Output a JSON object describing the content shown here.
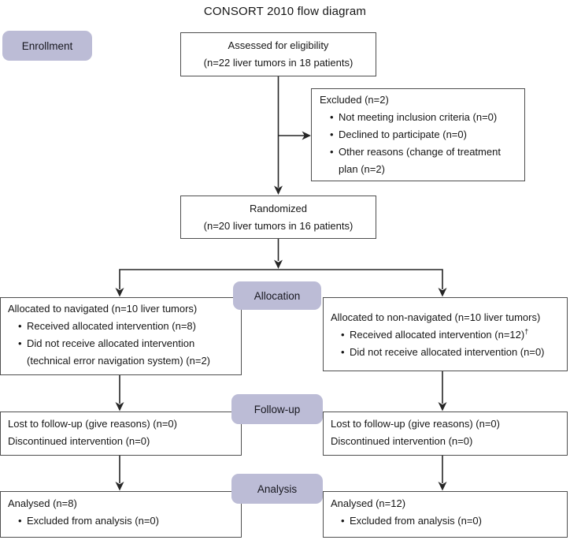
{
  "title": "CONSORT 2010 flow diagram",
  "stage_labels": {
    "enrollment": "Enrollment",
    "allocation": "Allocation",
    "followup": "Follow-up",
    "analysis": "Analysis"
  },
  "boxes": {
    "assessed": {
      "line1": "Assessed for eligibility",
      "line2": "(n=22 liver tumors in 18 patients)"
    },
    "excluded": {
      "title": "Excluded (n=2)",
      "bullets": [
        "Not meeting inclusion criteria (n=0)",
        "Declined to participate (n=0)",
        "Other reasons (change of treatment plan (n=2)"
      ]
    },
    "randomized": {
      "line1": "Randomized",
      "line2": "(n=20 liver tumors in 16 patients)"
    },
    "allocated_navigated": {
      "title": "Allocated to navigated (n=10 liver tumors)",
      "bullets": [
        "Received allocated intervention (n=8)",
        "Did not receive allocated intervention (technical error navigation system) (n=2)"
      ]
    },
    "allocated_non_navigated": {
      "title": "Allocated to non-navigated (n=10 liver tumors)",
      "bullet1_text": "Received allocated intervention (n=12)",
      "bullet1_sup": "†",
      "bullet2": "Did not receive allocated intervention (n=0)"
    },
    "followup_left": {
      "line1": "Lost to follow-up (give reasons) (n=0)",
      "line2": "Discontinued intervention (n=0)"
    },
    "followup_right": {
      "line1": "Lost to follow-up (give reasons) (n=0)",
      "line2": "Discontinued intervention (n=0)"
    },
    "analysis_left": {
      "title": "Analysed (n=8)",
      "bullets": [
        "Excluded from analysis (n=0)"
      ]
    },
    "analysis_right": {
      "title": "Analysed (n=12)",
      "bullets": [
        "Excluded from analysis (n=0)"
      ]
    }
  },
  "colors": {
    "badge_fill": "#bcbcd6",
    "box_border": "#4e4e4e",
    "arrow": "#262626",
    "text": "#161616"
  }
}
